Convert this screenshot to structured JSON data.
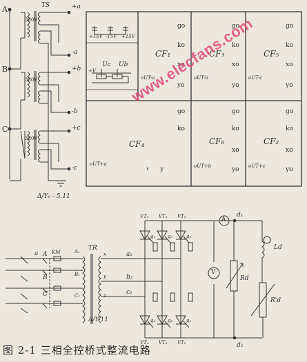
{
  "transformer": {
    "title": "TS",
    "phases": [
      "A",
      "B",
      "C"
    ],
    "voltage_label": "380V",
    "outputs": [
      "+a",
      "-a",
      "+b",
      "-b",
      "+c",
      "-c"
    ],
    "connection_label": "Δ/Y₀ - 5.11"
  },
  "panel": {
    "supply_labels": [
      "+15V",
      "-15V",
      "+15V"
    ],
    "uc_label": "Uc",
    "ub_label": "Ub",
    "plus_v_label": "+V",
    "cells": [
      {
        "name": "CF₁",
        "pins": [
          "go",
          "ko",
          "xo",
          "yo"
        ],
        "ut": "oUT-a"
      },
      {
        "name": "CF₃",
        "pins": [
          "go",
          "ko",
          "xo",
          "yo"
        ],
        "ut": "oUT-b"
      },
      {
        "name": "CF₅",
        "pins": [
          "go",
          "ko",
          "xo",
          "yo"
        ],
        "ut": "oUT-c"
      },
      {
        "name": "CF₄",
        "pins": [
          "go",
          "ko",
          "x",
          "y"
        ],
        "ut": "oUT+a"
      },
      {
        "name": "CF₆",
        "pins": [
          "go",
          "ko",
          "xo",
          "yo"
        ],
        "ut": "oUT+b"
      },
      {
        "name": "CF₂",
        "pins": [
          "go",
          "ko",
          "xo",
          "yo"
        ],
        "ut": "oUT+c"
      }
    ]
  },
  "rectifier": {
    "tr_label": "TR",
    "km_label": "KM",
    "line_labels": [
      "a",
      "A",
      "B",
      "C"
    ],
    "primary_labels": [
      "A₁",
      "B₁",
      "C₁"
    ],
    "secondary_labels": [
      "x",
      "y",
      "z"
    ],
    "output_labels": [
      "a₂",
      "b₂",
      "c₂"
    ],
    "connection_label": "Δ/Y-11",
    "upper_thyristors": [
      "VT₁",
      "VT₃",
      "VT₅"
    ],
    "lower_thyristors": [
      "VT₄",
      "VT₆",
      "VT₂"
    ],
    "gate_labels_upper": [
      "g₁",
      "g₃",
      "g₅"
    ],
    "gate_labels_lower": [
      "g₄",
      "g₆",
      "g₂"
    ],
    "ammeter": "A",
    "voltmeter": "V",
    "d1": "d₁",
    "d2": "d₂",
    "rd": "Rd",
    "rd2": "R'd",
    "ld": "Ld"
  },
  "watermark": "www.elecfans.com",
  "caption": "图 2-1   三相全控桥式整流电路"
}
